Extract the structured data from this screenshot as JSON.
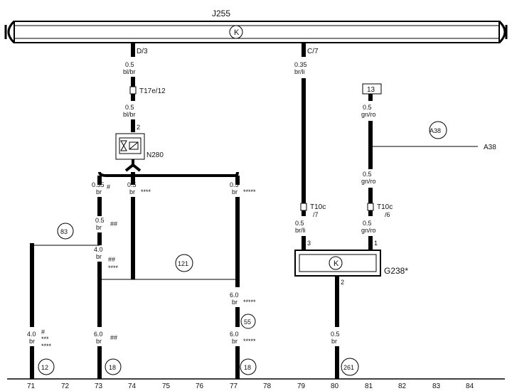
{
  "components": {
    "j255": "J255",
    "n280": "N280",
    "g238": "G238*",
    "a38": "A38",
    "a38_circle": "A38",
    "box_13": "13",
    "t17e": "T17e/12",
    "t10c_left": "T10c",
    "t10c_left_pin": "/7",
    "t10c_right": "T10c",
    "t10c_right_pin": "/6",
    "pin_d3": "D/3",
    "pin_c7": "C/7",
    "pin_n280": "2",
    "pin_g238_3": "3",
    "pin_g238_1": "1",
    "pin_g238_2": "2"
  },
  "wire_labels": {
    "w1a": "0.5",
    "w1b": "bl/br",
    "w2a": "0.5",
    "w2b": "bl/br",
    "w3a": "0.35",
    "w3b": "br/li",
    "w4a": "0.5",
    "w4b": "gn/ro",
    "w5a": "0.5",
    "w5b": "gn/ro",
    "w6a": "0.5",
    "w6b": "gn/ro",
    "w7a": "0.5",
    "w7b": "br/li",
    "w8a": "0.35",
    "w8b": "br",
    "w8c": "#",
    "w9a": "0.5",
    "w9b": "br",
    "w9c": "****",
    "w10a": "0.5",
    "w10b": "br",
    "w10c": "*****",
    "w11a": "0.5",
    "w11b": "br",
    "w11c": "##",
    "w12a": "4.0",
    "w12b": "br",
    "w12c": "##",
    "w12d": "****",
    "w13a": "6.0",
    "w13b": "br",
    "w13c": "*****",
    "w14a": "6.0",
    "w14b": "br",
    "w14c": "*****",
    "w15a": "4.0",
    "w15b": "br",
    "w15c": "#",
    "w15d": "***",
    "w15e": "****",
    "w16a": "6.0",
    "w16b": "br",
    "w16c": "##",
    "w17a": "0.5",
    "w17b": "br"
  },
  "circles": {
    "c83": "83",
    "c121": "121",
    "c55": "55",
    "c12": "12",
    "c18a": "18",
    "c18b": "18",
    "c261": "261"
  },
  "bottom_numbers": [
    "71",
    "72",
    "73",
    "74",
    "75",
    "76",
    "77",
    "78",
    "79",
    "80",
    "81",
    "82",
    "83",
    "84"
  ]
}
